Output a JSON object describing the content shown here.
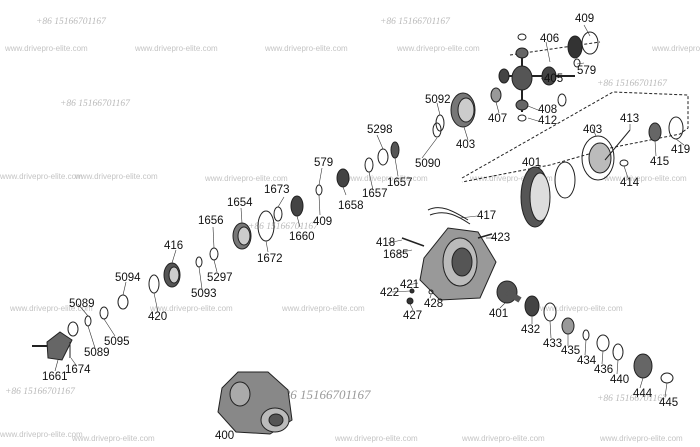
{
  "watermarks": {
    "phone": "+86 15166701167",
    "site": "www.drivepro-elite.com"
  },
  "part_numbers": [
    "409",
    "406",
    "405",
    "579",
    "408",
    "412",
    "5092",
    "407",
    "403",
    "5298",
    "5090",
    "413",
    "403",
    "419",
    "415",
    "414",
    "401",
    "579",
    "1673",
    "1658",
    "1657",
    "1657",
    "1654",
    "1660",
    "409",
    "1656",
    "1672",
    "417",
    "416",
    "5297",
    "5093",
    "418",
    "1685",
    "423",
    "5094",
    "421",
    "422",
    "428",
    "427",
    "401",
    "5089",
    "420",
    "5089",
    "5095",
    "432",
    "433",
    "435",
    "434",
    "436",
    "440",
    "1661",
    "1674",
    "444",
    "445",
    "400"
  ]
}
